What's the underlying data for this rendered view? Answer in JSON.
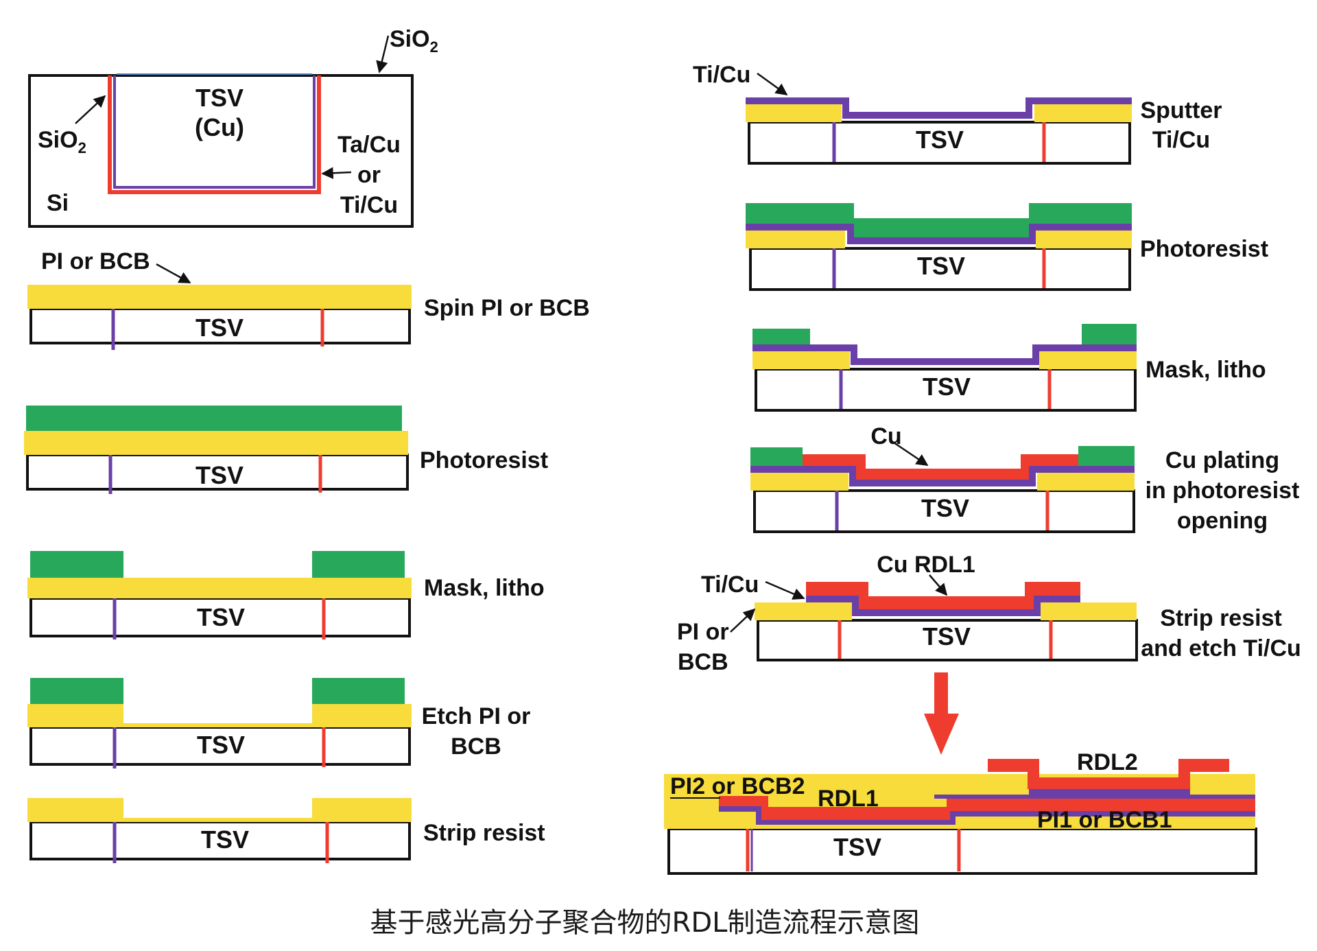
{
  "colors": {
    "polymer": "#f7dc3c",
    "photoresist": "#27a85a",
    "ti_cu": "#6a3fa8",
    "cu": "#ee3d2f",
    "outline": "#111111",
    "liner_blue": "#4a86c5"
  },
  "diagram_a": {
    "tsv": "TSV",
    "cu": "(Cu)",
    "sio2_top": "SiO",
    "sio2_left": "SiO",
    "sub2": "2",
    "si": "Si",
    "liner_1": "Ta/Cu",
    "liner_2": "or",
    "liner_3": "Ti/Cu"
  },
  "tsv_label": "TSV",
  "left_steps": {
    "pi_or_bcb": "PI or BCB",
    "spin": "Spin PI or BCB",
    "photoresist": "Photoresist",
    "mask_litho": "Mask, litho",
    "etch_1": "Etch PI or",
    "etch_2": "BCB",
    "strip": "Strip resist"
  },
  "right_steps": {
    "ti_cu_callout": "Ti/Cu",
    "sputter_1": "Sputter",
    "sputter_2": "Ti/Cu",
    "photoresist": "Photoresist",
    "mask_litho": "Mask, litho",
    "cu_callout": "Cu",
    "plating_1": "Cu plating",
    "plating_2": "in photoresist",
    "plating_3": "opening",
    "cu_rdl1": "Cu RDL1",
    "ti_cu_2": "Ti/Cu",
    "pi_or": "PI or",
    "bcb": "BCB",
    "strip_1": "Strip resist",
    "strip_2": "and etch Ti/Cu"
  },
  "final": {
    "pi2": "PI2 or BCB2",
    "rdl1": "RDL1",
    "rdl2": "RDL2",
    "pi1": "PI1 or BCB1",
    "tsv": "TSV"
  },
  "caption": "基于感光高分子聚合物的RDL制造流程示意图"
}
